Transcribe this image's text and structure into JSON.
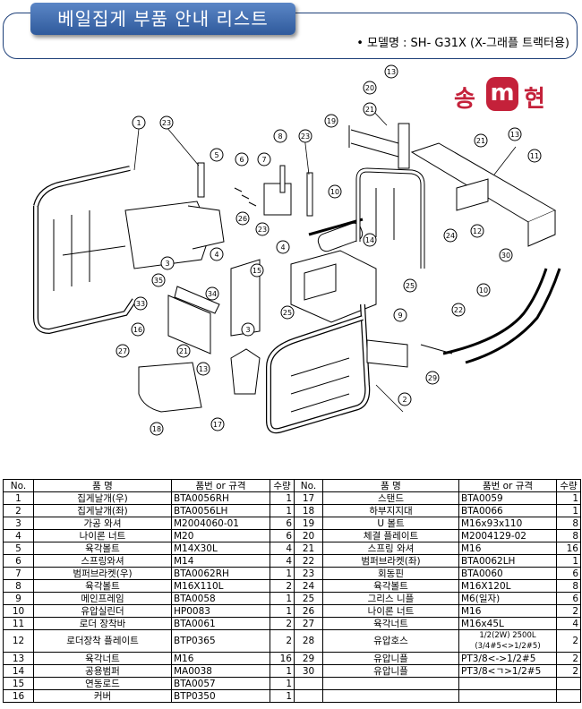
{
  "header": {
    "title": "베일집게 부품 안내 리스트",
    "model": "• 모델명 : SH- G31X (X-그래플 트랙터용)"
  },
  "logo": {
    "chars": [
      "송",
      "m",
      "현"
    ],
    "color": "#c4213a"
  },
  "diagram": {
    "callouts": [
      "1",
      "2",
      "3",
      "3",
      "4",
      "4",
      "5",
      "6",
      "7",
      "8",
      "9",
      "10",
      "10",
      "11",
      "12",
      "13",
      "13",
      "13",
      "14",
      "15",
      "16",
      "17",
      "18",
      "19",
      "20",
      "21",
      "21",
      "21",
      "22",
      "23",
      "23",
      "23",
      "24",
      "25",
      "25",
      "26",
      "27",
      "29",
      "30",
      "33",
      "34",
      "35"
    ]
  },
  "table": {
    "headers": {
      "no": "No.",
      "name": "품 명",
      "part": "품번 or 규격",
      "qty": "수량"
    },
    "left": [
      {
        "no": "1",
        "name": "집게날개(우)",
        "part": "BTA0056RH",
        "qty": "1"
      },
      {
        "no": "2",
        "name": "집게날개(좌)",
        "part": "BTA0056LH",
        "qty": "1"
      },
      {
        "no": "3",
        "name": "가공 와셔",
        "part": "M2004060-01",
        "qty": "6"
      },
      {
        "no": "4",
        "name": "나이론 너트",
        "part": "M20",
        "qty": "6"
      },
      {
        "no": "5",
        "name": "육각볼트",
        "part": "M14X30L",
        "qty": "4"
      },
      {
        "no": "6",
        "name": "스프링와셔",
        "part": "M14",
        "qty": "4"
      },
      {
        "no": "7",
        "name": "범퍼브라켓(우)",
        "part": "BTA0062RH",
        "qty": "1"
      },
      {
        "no": "8",
        "name": "육각볼트",
        "part": "M16X110L",
        "qty": "2"
      },
      {
        "no": "9",
        "name": "메인프레임",
        "part": "BTA0058",
        "qty": "1"
      },
      {
        "no": "10",
        "name": "유압실린더",
        "part": "HP0083",
        "qty": "1"
      },
      {
        "no": "11",
        "name": "로더 장착바",
        "part": "BTA0061",
        "qty": "2"
      },
      {
        "no": "12",
        "name": "로더장착 플레이트",
        "part": "BTP0365",
        "qty": "2"
      },
      {
        "no": "13",
        "name": "육각너트",
        "part": "M16",
        "qty": "16"
      },
      {
        "no": "14",
        "name": "공용범퍼",
        "part": "MA0038",
        "qty": "1"
      },
      {
        "no": "15",
        "name": "연동로드",
        "part": "BTA0057",
        "qty": "1"
      },
      {
        "no": "16",
        "name": "커버",
        "part": "BTP0350",
        "qty": "1"
      }
    ],
    "right": [
      {
        "no": "17",
        "name": "스탠드",
        "part": "BTA0059",
        "qty": "1"
      },
      {
        "no": "18",
        "name": "하부지지대",
        "part": "BTA0066",
        "qty": "1"
      },
      {
        "no": "19",
        "name": "U 볼트",
        "part": "M16x93x110",
        "qty": "8"
      },
      {
        "no": "20",
        "name": "체결 플레이트",
        "part": "M2004129-02",
        "qty": "8"
      },
      {
        "no": "21",
        "name": "스프링 와셔",
        "part": "M16",
        "qty": "16"
      },
      {
        "no": "22",
        "name": "범퍼브라켓(좌)",
        "part": "BTA0062LH",
        "qty": "1"
      },
      {
        "no": "23",
        "name": "회동핀",
        "part": "BTA0060",
        "qty": "6"
      },
      {
        "no": "24",
        "name": "육각볼트",
        "part": "M16X120L",
        "qty": "8"
      },
      {
        "no": "25",
        "name": "그리스 니플",
        "part": "M6(일자)",
        "qty": "6"
      },
      {
        "no": "26",
        "name": "나이론 너트",
        "part": "M16",
        "qty": "2"
      },
      {
        "no": "27",
        "name": "육각너트",
        "part": "M16x45L",
        "qty": "4"
      },
      {
        "no": "28",
        "name": "유압호스",
        "part": "1/2(2W) 2500L",
        "part2": "(3/4#5<>1/2#5)",
        "qty": "2"
      },
      {
        "no": "29",
        "name": "유압니플",
        "part": "PT3/8<->1/2#5",
        "qty": "2"
      },
      {
        "no": "30",
        "name": "유압니플",
        "part": "PT3/8<ㄱ>1/2#5",
        "qty": "2"
      }
    ]
  }
}
